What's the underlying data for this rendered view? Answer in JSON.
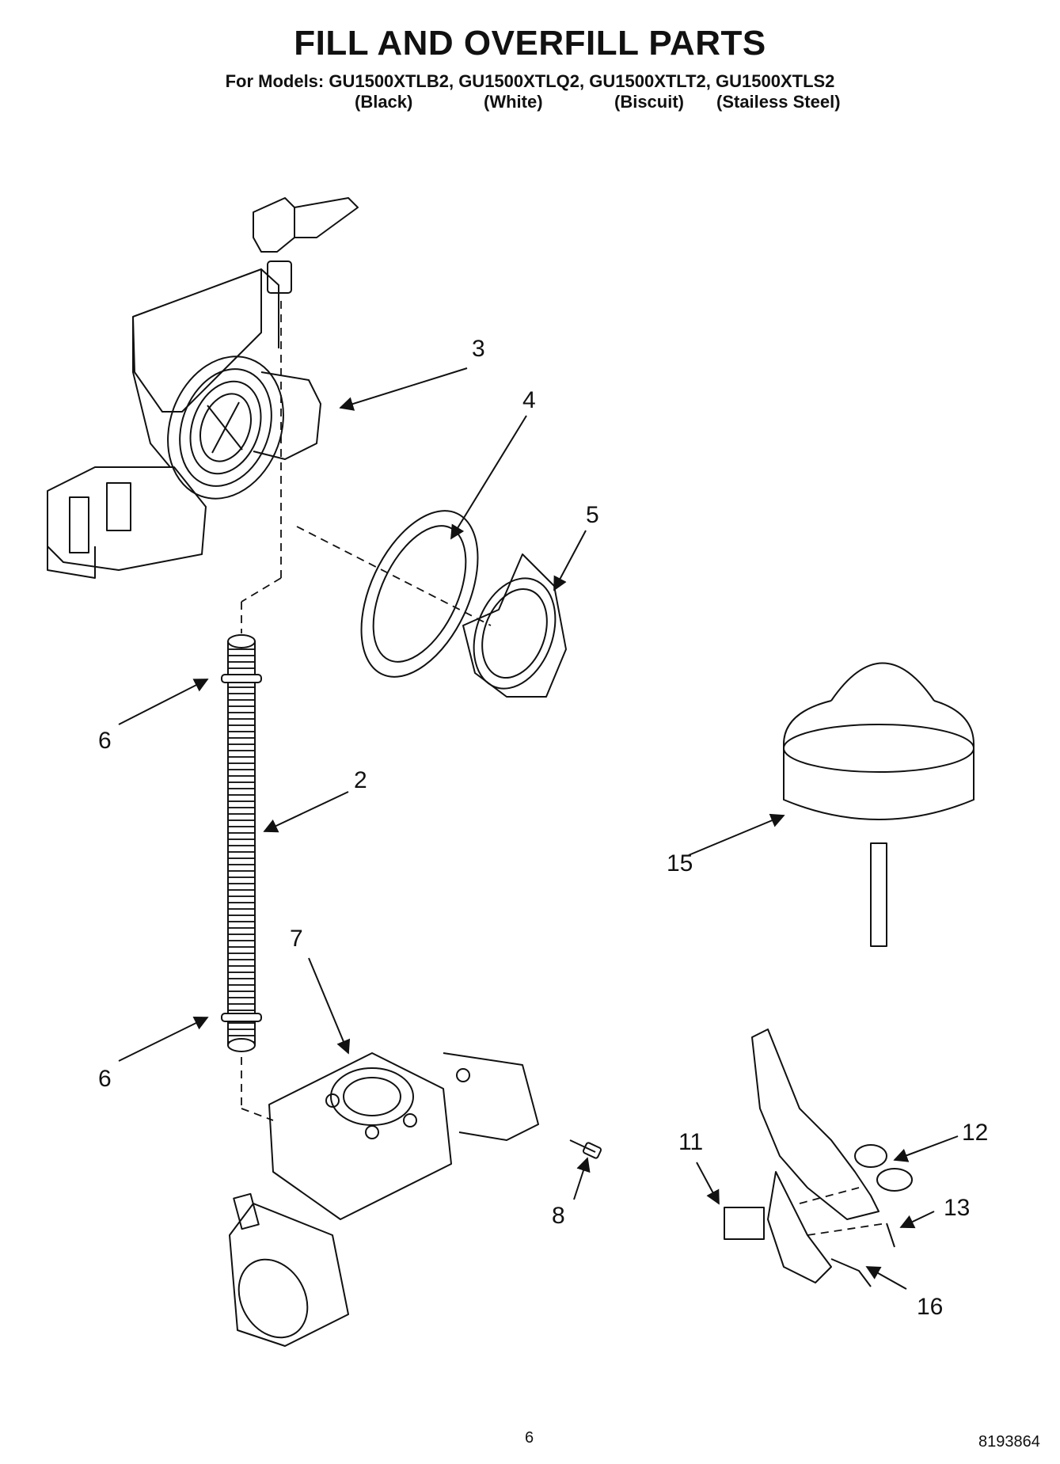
{
  "header": {
    "title": "FILL AND OVERFILL PARTS",
    "models_line": "For Models: GU1500XTLB2, GU1500XTLQ2, GU1500XTLT2, GU1500XTLS2",
    "colors": [
      "(Black)",
      "(White)",
      "(Biscuit)",
      "(Stailess Steel)"
    ]
  },
  "callouts": {
    "c3": "3",
    "c4": "4",
    "c5": "5",
    "c6a": "6",
    "c2": "2",
    "c6b": "6",
    "c7": "7",
    "c8": "8",
    "c15": "15",
    "c11": "11",
    "c12": "12",
    "c13": "13",
    "c16": "16"
  },
  "footer": {
    "page_number": "6",
    "doc_number": "8193864"
  }
}
